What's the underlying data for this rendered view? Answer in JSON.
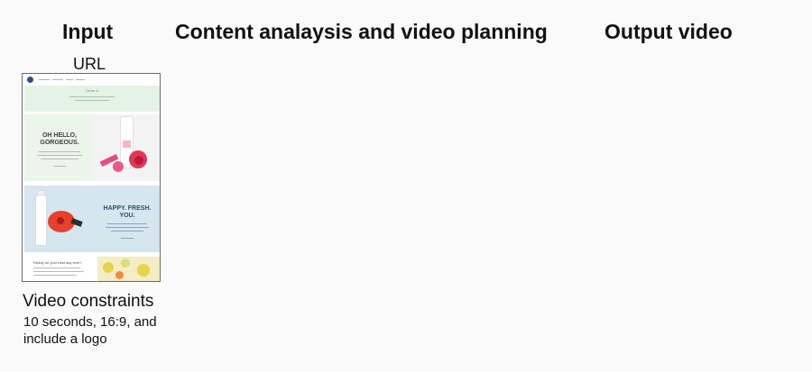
{
  "headings": {
    "input": "Input",
    "content": "Content analaysis and video planning",
    "output": "Output video"
  },
  "url_label": "URL",
  "webpage": {
    "banner_title": "Clean &",
    "hero1_title": "OH HELLO, GORGEOUS.",
    "hero2_title": "HAPPY. FRESH. YOU.",
    "section3_title": "Ready for your best day ever?"
  },
  "constraints": {
    "title": "Video constraints",
    "text": "10 seconds, 16:9, and include a logo"
  },
  "colors": {
    "background": "#fafafa",
    "banner": "#e5f3e6",
    "hero1": "#ecf5ea",
    "hero2": "#d6e6ef",
    "accent_rose": "#e33655",
    "accent_hibiscus": "#e8402b"
  }
}
